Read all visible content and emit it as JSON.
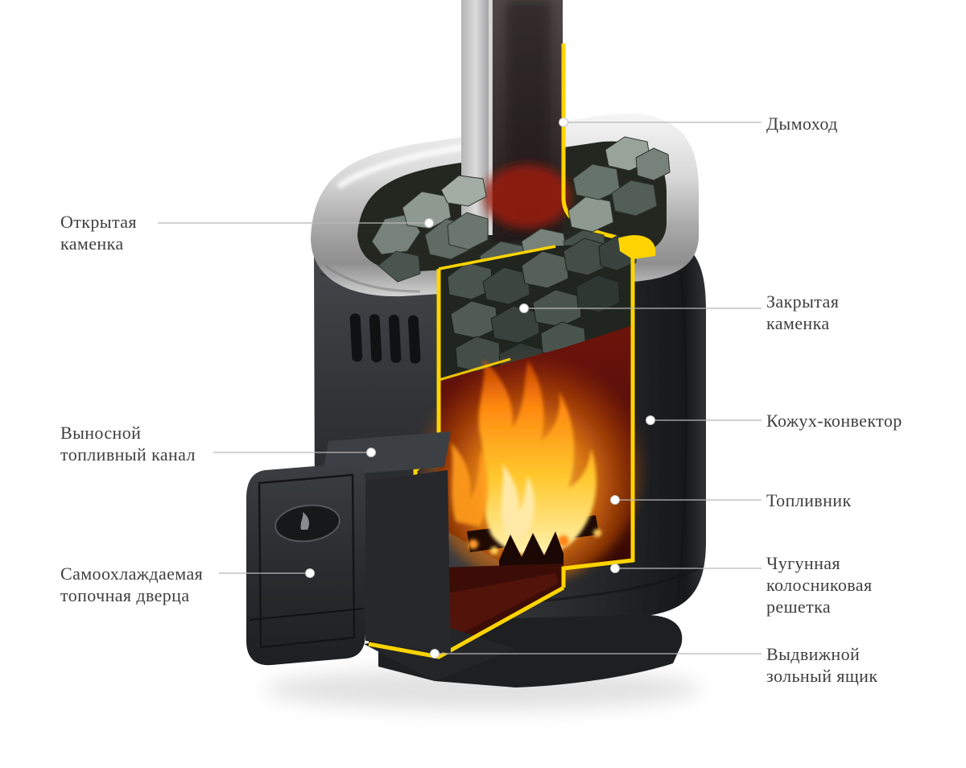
{
  "figure": {
    "type": "annotated-cutaway-diagram",
    "subject": "Sauna wood-burning stove cutaway with part labels",
    "labels": {
      "chimney": {
        "lines": [
          "Дымоход"
        ]
      },
      "open_heater": {
        "lines": [
          "Открытая",
          "каменка"
        ]
      },
      "closed_heater": {
        "lines": [
          "Закрытая",
          "каменка"
        ]
      },
      "convector_casing": {
        "lines": [
          "Кожух-конвектор"
        ]
      },
      "remote_fuel_channel": {
        "lines": [
          "Выносной",
          "топливный канал"
        ]
      },
      "firebox": {
        "lines": [
          "Топливник"
        ]
      },
      "self_cooling_door": {
        "lines": [
          "Самоохлаждаемая",
          "топочная дверца"
        ]
      },
      "cast_iron_grate": {
        "lines": [
          "Чугунная",
          "колосниковая",
          "решетка"
        ]
      },
      "ash_drawer": {
        "lines": [
          "Выдвижной",
          "зольный ящик"
        ]
      }
    },
    "colors": {
      "background": "#ffffff",
      "label_text": "#3f3f3f",
      "leader_line": "#b8b8b8",
      "cut_edge_accent": "#ffd400",
      "flame": "#ff8a10",
      "body_dark": "#2a2c2f",
      "chrome": "#cfcfcf",
      "firebox_interior": "#5a120b",
      "stones": "#6b776e"
    }
  }
}
